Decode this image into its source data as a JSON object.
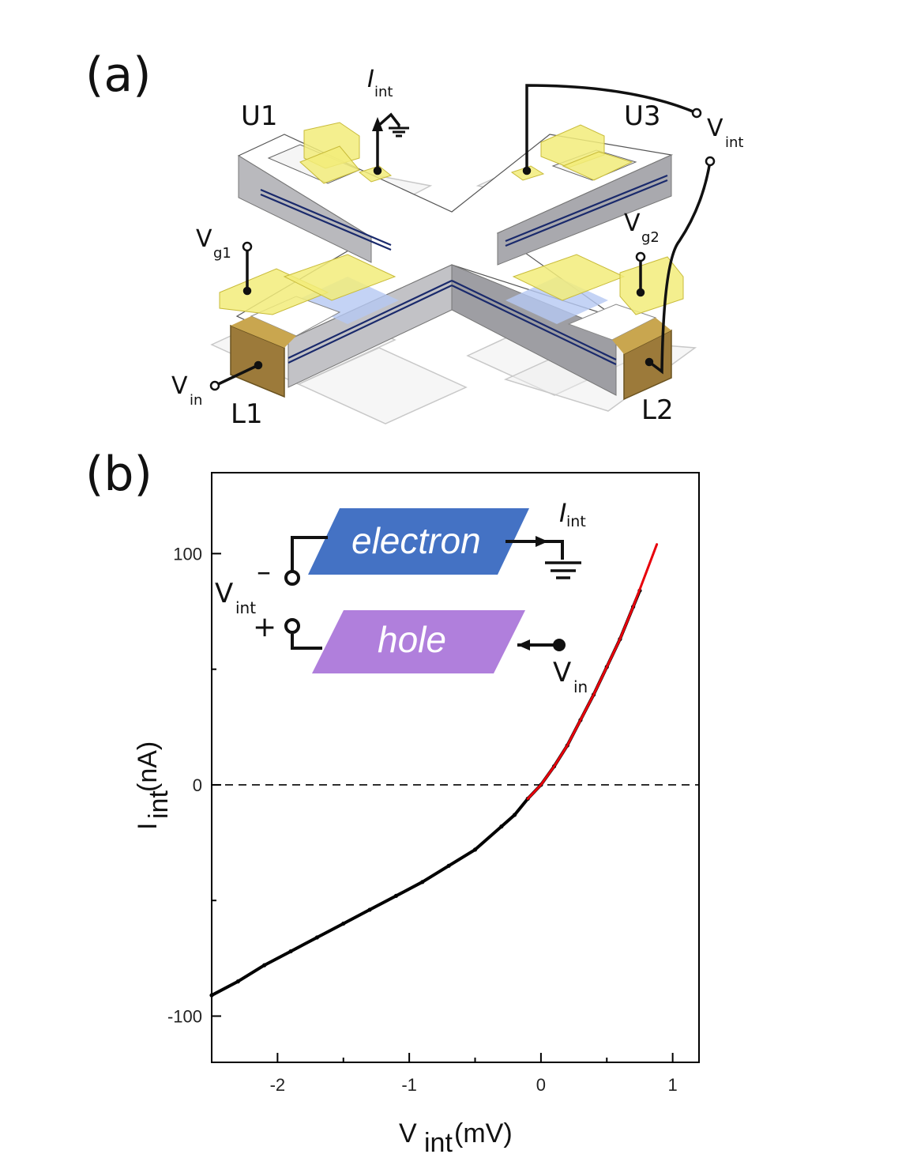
{
  "panel_a": {
    "label": "(a)",
    "contacts": {
      "u1": "U1",
      "u3": "U3",
      "l1": "L1",
      "l2": "L2"
    },
    "terminals": {
      "i_int_main": "I",
      "i_int_sub": "int",
      "v_int_main": "V",
      "v_int_sub": "int",
      "vg1_main": "V",
      "vg1_sub": "g1",
      "vg2_main": "V",
      "vg2_sub": "g2",
      "vin_main": "V",
      "vin_sub": "in"
    },
    "colors": {
      "gate": "#f2ec7a",
      "contact": "#9c7a3a",
      "channel": "#c7d6f2",
      "body": "#c9c9cc"
    }
  },
  "panel_b": {
    "label": "(b)",
    "inset": {
      "electron_label": "electron",
      "hole_label": "hole",
      "i_int_main": "I",
      "i_int_sub": "int",
      "v_int_main": "V",
      "v_int_sub": "int",
      "v_in_main": "V",
      "v_in_sub": "in",
      "minus": "–",
      "plus": "+",
      "electron_color": "#4472c4",
      "hole_color": "#b07fdc"
    }
  },
  "chart_data": {
    "type": "line",
    "xlabel_main": "V",
    "xlabel_sub": "int",
    "xlabel_unit": "(mV)",
    "ylabel_main": "I",
    "ylabel_sub": "int",
    "ylabel_unit": "(nA)",
    "xlim": [
      -2.5,
      1.2
    ],
    "ylim": [
      -120,
      135
    ],
    "x_ticks": [
      -2,
      -1,
      0,
      1
    ],
    "x_tick_labels": [
      "-2",
      "-1",
      "0",
      "1"
    ],
    "y_ticks": [
      -100,
      0,
      100
    ],
    "y_tick_labels": [
      "-100",
      "0",
      "100"
    ],
    "reference_line": {
      "y": 0,
      "style": "dashed"
    },
    "series": [
      {
        "color": "#000000",
        "x": [
          -2.5,
          -2.3,
          -2.1,
          -1.9,
          -1.7,
          -1.5,
          -1.3,
          -1.1,
          -0.9,
          -0.7,
          -0.5,
          -0.3,
          -0.2,
          -0.1,
          0.0,
          0.1,
          0.2,
          0.3,
          0.4,
          0.5,
          0.6,
          0.7,
          0.75
        ],
        "y": [
          -91,
          -85,
          -78,
          -72,
          -66,
          -60,
          -54,
          -48,
          -42,
          -35,
          -28,
          -18,
          -13,
          -6,
          0,
          8,
          17,
          28,
          39,
          51,
          63,
          77,
          84
        ]
      },
      {
        "color": "#e8000b",
        "x": [
          -0.1,
          0.0,
          0.1,
          0.2,
          0.3,
          0.4,
          0.5,
          0.6,
          0.7,
          0.8,
          0.88
        ],
        "y": [
          -6,
          0,
          8,
          17,
          28,
          39,
          51,
          63,
          77,
          92,
          104
        ]
      }
    ]
  }
}
